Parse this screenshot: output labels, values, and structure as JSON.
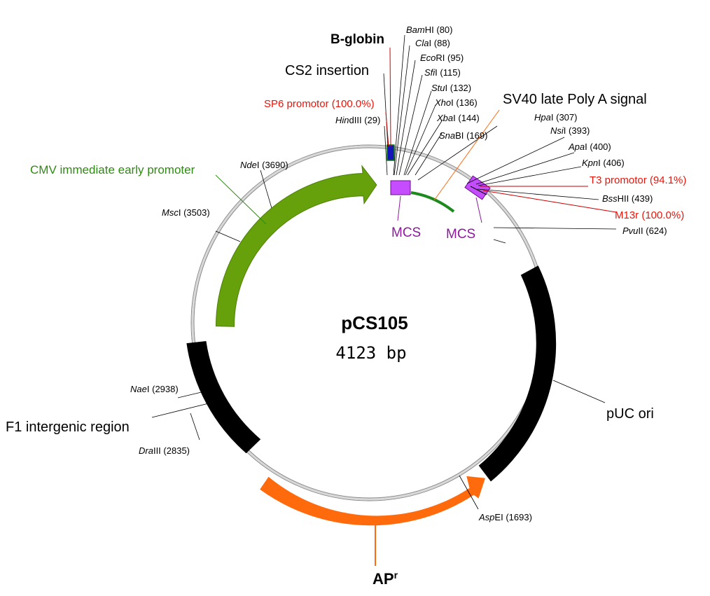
{
  "plasmid": {
    "name": "pCS105",
    "size": "4123 bp"
  },
  "colors": {
    "green_feature": "#66a00a",
    "green_label": "#2e8b12",
    "orange": "#ff6a0d",
    "black_feature": "#000000",
    "mcs_box": "#c64dff",
    "mcs_label": "#8b1b9a",
    "red_label": "#e8150a",
    "backbone": "#c8c8c8"
  },
  "features": {
    "cmv": "CMV immediate early promoter",
    "sv40": "SV40 late Poly A signal",
    "puc_ori": "pUC ori",
    "f1": "F1 intergenic region",
    "apr_main": "AP",
    "apr_sup": "r",
    "b_globin": "B-globin",
    "cs2": "CS2 insertion",
    "sp6": "SP6 promotor (100.0%)",
    "t3": "T3 promotor (94.1%)",
    "m13r": "M13r (100.0%)",
    "mcs_left": "MCS",
    "mcs_right": "MCS"
  },
  "sites": {
    "bamhi": {
      "name": "Bam",
      "suffix": "HI",
      "pos": "(80)"
    },
    "clai": {
      "name": "Cla",
      "suffix": "I",
      "pos": "(88)"
    },
    "ecori": {
      "name": "Eco",
      "suffix": "RI",
      "pos": "(95)"
    },
    "sfii": {
      "name": "Sfi",
      "suffix": "I",
      "pos": "(115)"
    },
    "stui": {
      "name": "Stu",
      "suffix": "I",
      "pos": "(132)"
    },
    "xhoi": {
      "name": "Xho",
      "suffix": "I",
      "pos": "(136)"
    },
    "xbai": {
      "name": "Xba",
      "suffix": "I",
      "pos": "(144)"
    },
    "snabi": {
      "name": "Sna",
      "suffix": "BI",
      "pos": "(169)"
    },
    "hindiii": {
      "name": "Hin",
      "suffix": "dIII",
      "pos": "(29)"
    },
    "hpai": {
      "name": "Hpa",
      "suffix": "I",
      "pos": "(307)"
    },
    "nsii": {
      "name": "Nsi",
      "suffix": "I",
      "pos": "(393)"
    },
    "apai": {
      "name": "Apa",
      "suffix": "I",
      "pos": "(400)"
    },
    "kpni": {
      "name": "Kpn",
      "suffix": "I",
      "pos": "(406)"
    },
    "bsshii": {
      "name": "Bss",
      "suffix": "HII",
      "pos": "(439)"
    },
    "pvuii": {
      "name": "Pvu",
      "suffix": "II",
      "pos": "(624)"
    },
    "ndei": {
      "name": "Nde",
      "suffix": "I",
      "pos": "(3690)"
    },
    "msci": {
      "name": "Msc",
      "suffix": "I",
      "pos": "(3503)"
    },
    "naei": {
      "name": "Nae",
      "suffix": "I",
      "pos": "(2938)"
    },
    "draiii": {
      "name": "Dra",
      "suffix": "III",
      "pos": "(2835)"
    },
    "aspei": {
      "name": "Asp",
      "suffix": "EI",
      "pos": "(1693)"
    }
  }
}
